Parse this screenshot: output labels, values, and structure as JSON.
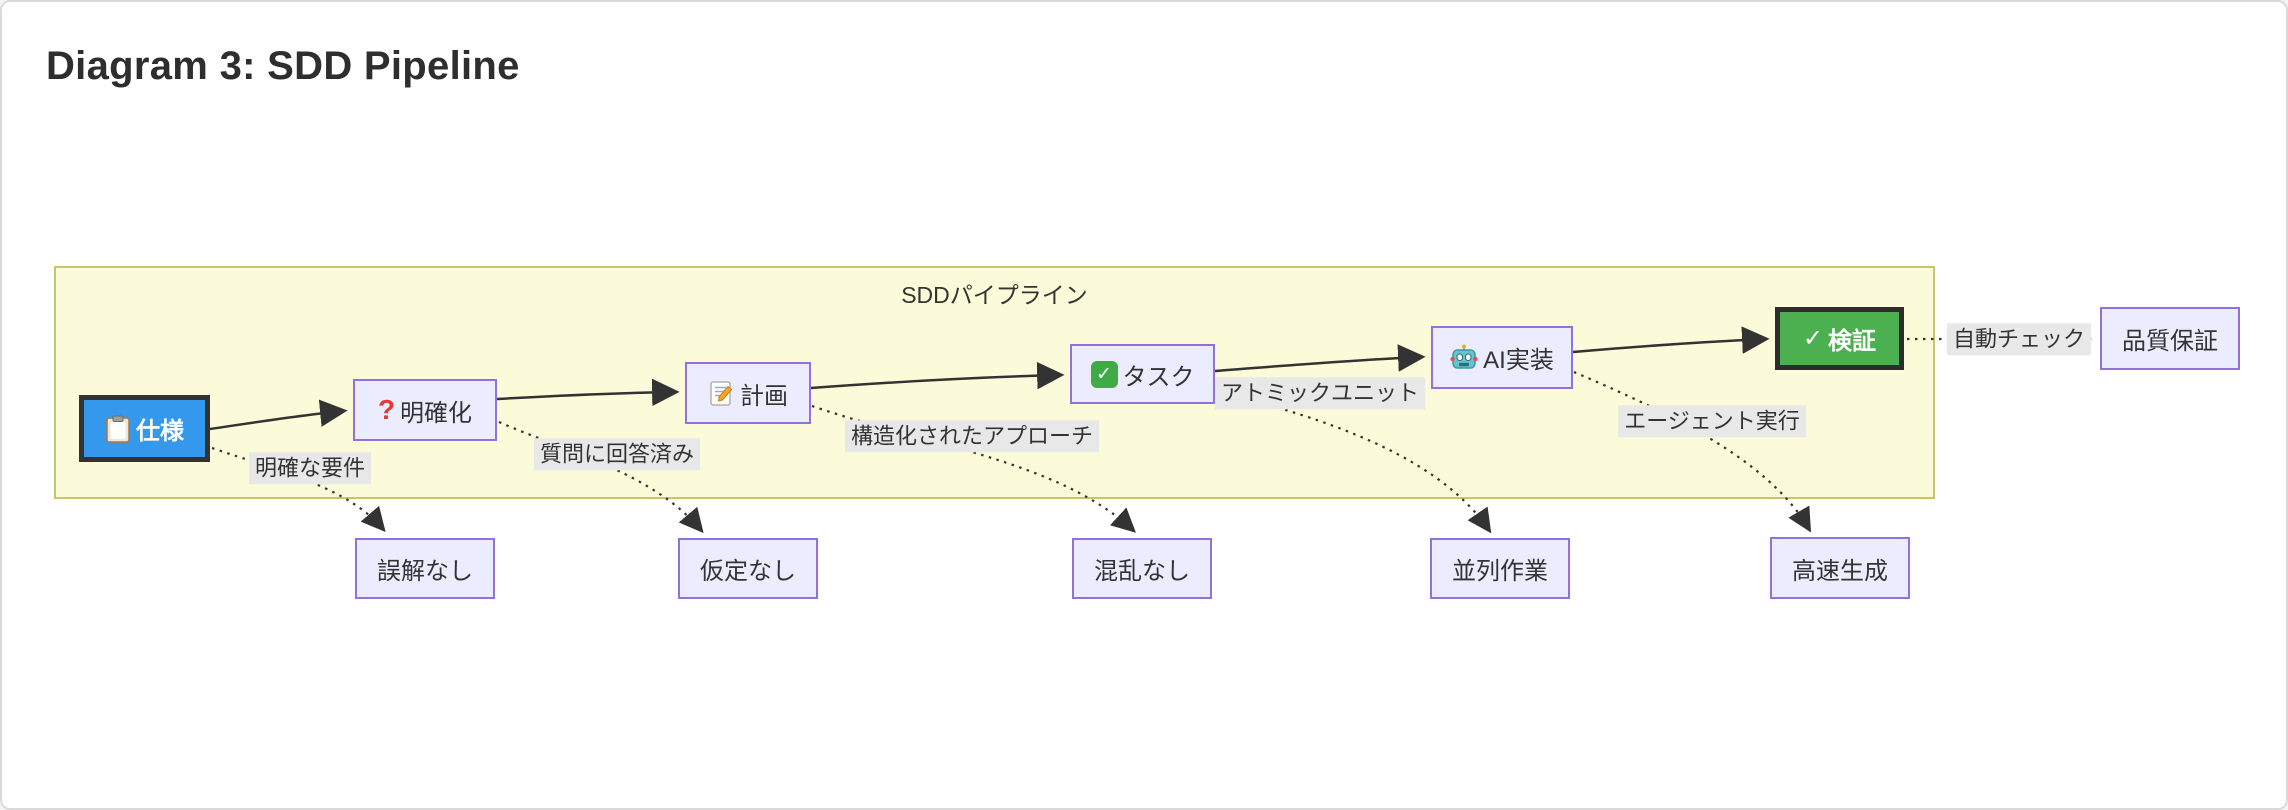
{
  "page": {
    "title": "Diagram 3: SDD Pipeline"
  },
  "cluster": {
    "label": "SDDパイプライン"
  },
  "pipeline_nodes": [
    {
      "id": "spec",
      "icon": "clipboard-icon",
      "label": "仕様",
      "style": "blue-highlight"
    },
    {
      "id": "clarify",
      "icon": "red-question-icon",
      "icon_char": "?",
      "label": "明確化",
      "style": "default"
    },
    {
      "id": "plan",
      "icon": "memo-pencil-icon",
      "label": "計画",
      "style": "default"
    },
    {
      "id": "task",
      "icon": "green-checkbox-icon",
      "icon_char": "✓",
      "label": "タスク",
      "style": "default"
    },
    {
      "id": "ai-impl",
      "icon": "robot-icon",
      "label": "AI実装",
      "style": "default"
    },
    {
      "id": "verify",
      "icon": "checkmark-icon",
      "icon_char": "✓",
      "label": "検証",
      "style": "green-highlight"
    }
  ],
  "result_node": {
    "id": "qa",
    "label": "品質保証"
  },
  "outcome_nodes": [
    {
      "id": "no-misunderstanding",
      "label": "誤解なし"
    },
    {
      "id": "no-assumptions",
      "label": "仮定なし"
    },
    {
      "id": "no-confusion",
      "label": "混乱なし"
    },
    {
      "id": "parallel-work",
      "label": "並列作業"
    },
    {
      "id": "fast-generation",
      "label": "高速生成"
    }
  ],
  "edge_labels": {
    "spec_to_no_misunderstanding": "明確な要件",
    "clarify_to_no_assumptions": "質問に回答済み",
    "plan_to_no_confusion": "構造化されたアプローチ",
    "task_to_parallel_work": "アトミックユニット",
    "ai_to_fast_generation": "エージェント実行",
    "verify_to_qa": "自動チェック"
  },
  "colors": {
    "cluster_fill": "#fbfbd9",
    "cluster_border": "#c6c66b",
    "node_fill": "#ECECFF",
    "node_border": "#9370DB",
    "blue_node_fill": "#3498ED",
    "green_node_fill": "#4CAF50",
    "highlight_border": "#333333",
    "edge": "#333333",
    "edge_label_bg": "#e8e8e8",
    "text": "#333333"
  }
}
